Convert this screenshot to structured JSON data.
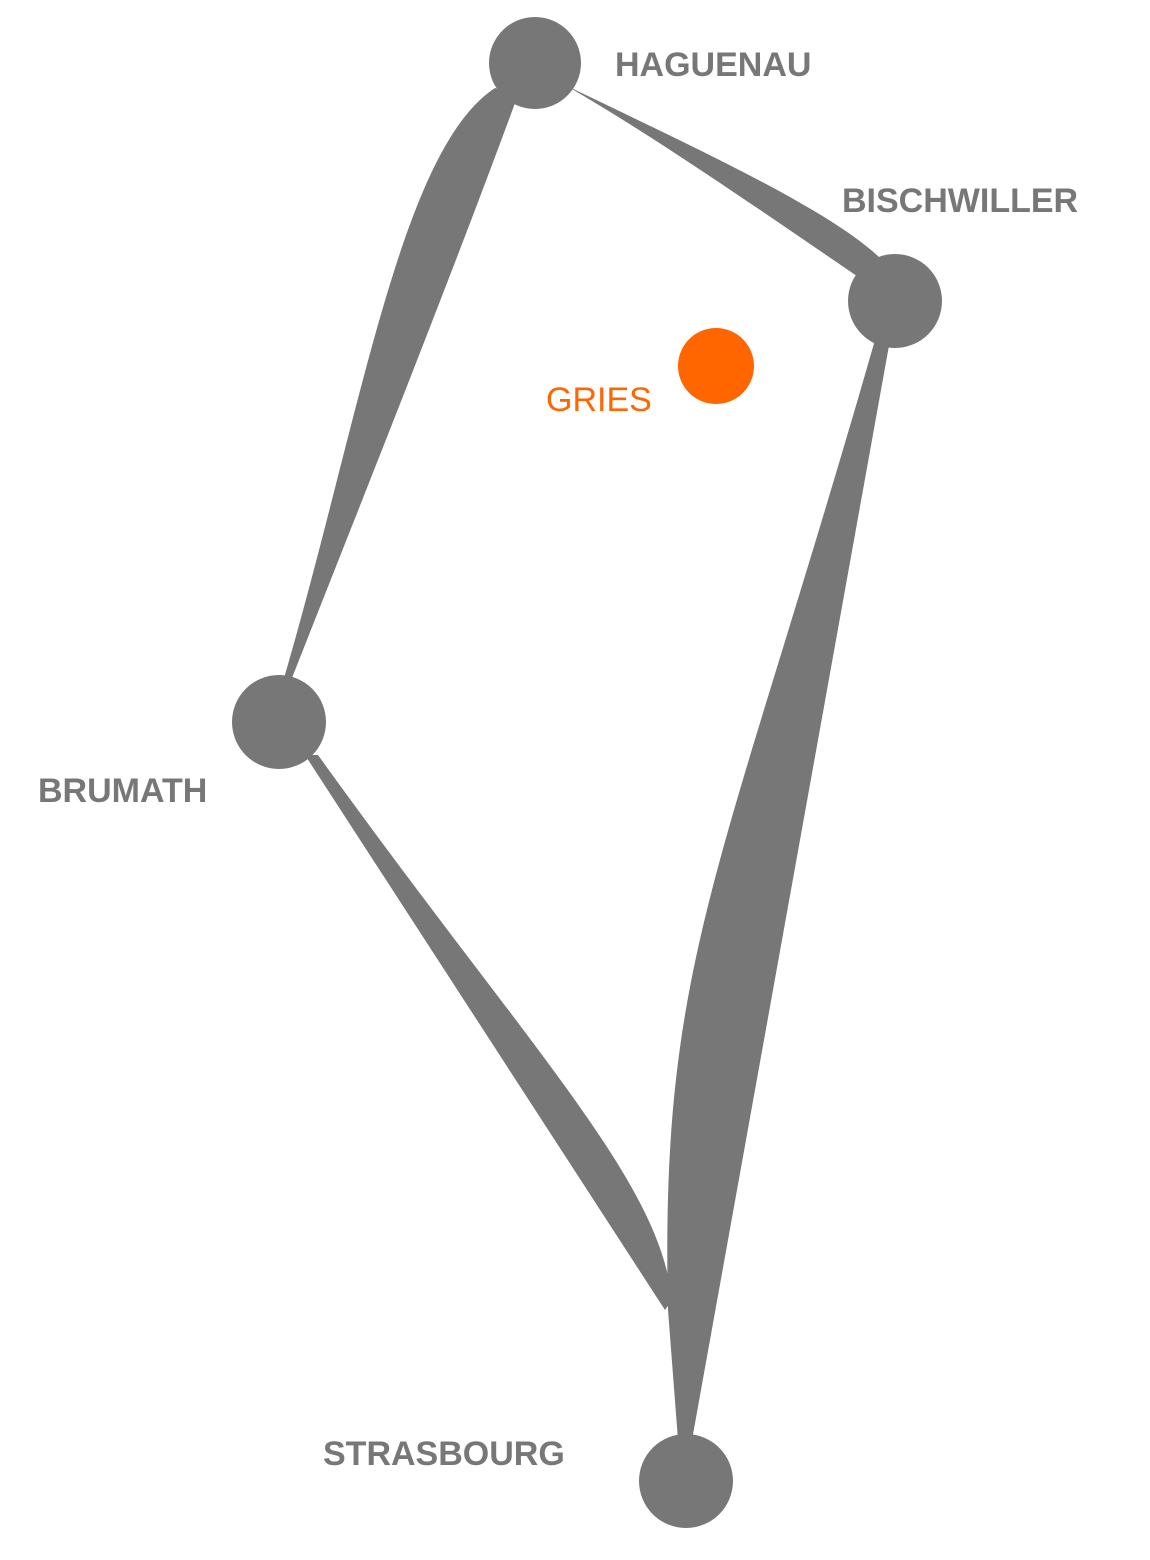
{
  "colors": {
    "network": "#777777",
    "highlight": "#ff6600",
    "background": "#ffffff"
  },
  "towns": {
    "haguenau": "HAGUENAU",
    "bischwiller": "BISCHWILLER",
    "brumath": "BRUMATH",
    "strasbourg": "STRASBOURG",
    "gries": "GRIES"
  }
}
